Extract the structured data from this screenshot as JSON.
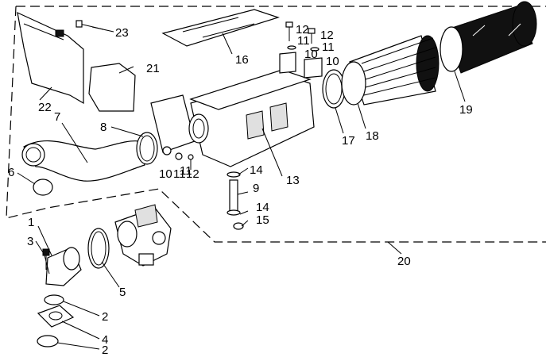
{
  "diagram": {
    "callouts": [
      "1",
      "2",
      "2",
      "3",
      "4",
      "5",
      "6",
      "7",
      "8",
      "9",
      "10",
      "10",
      "10",
      "11",
      "11",
      "11",
      "11",
      "12",
      "12",
      "12",
      "13",
      "14",
      "14",
      "15",
      "16",
      "17",
      "18",
      "19",
      "20",
      "21",
      "22",
      "23"
    ]
  }
}
